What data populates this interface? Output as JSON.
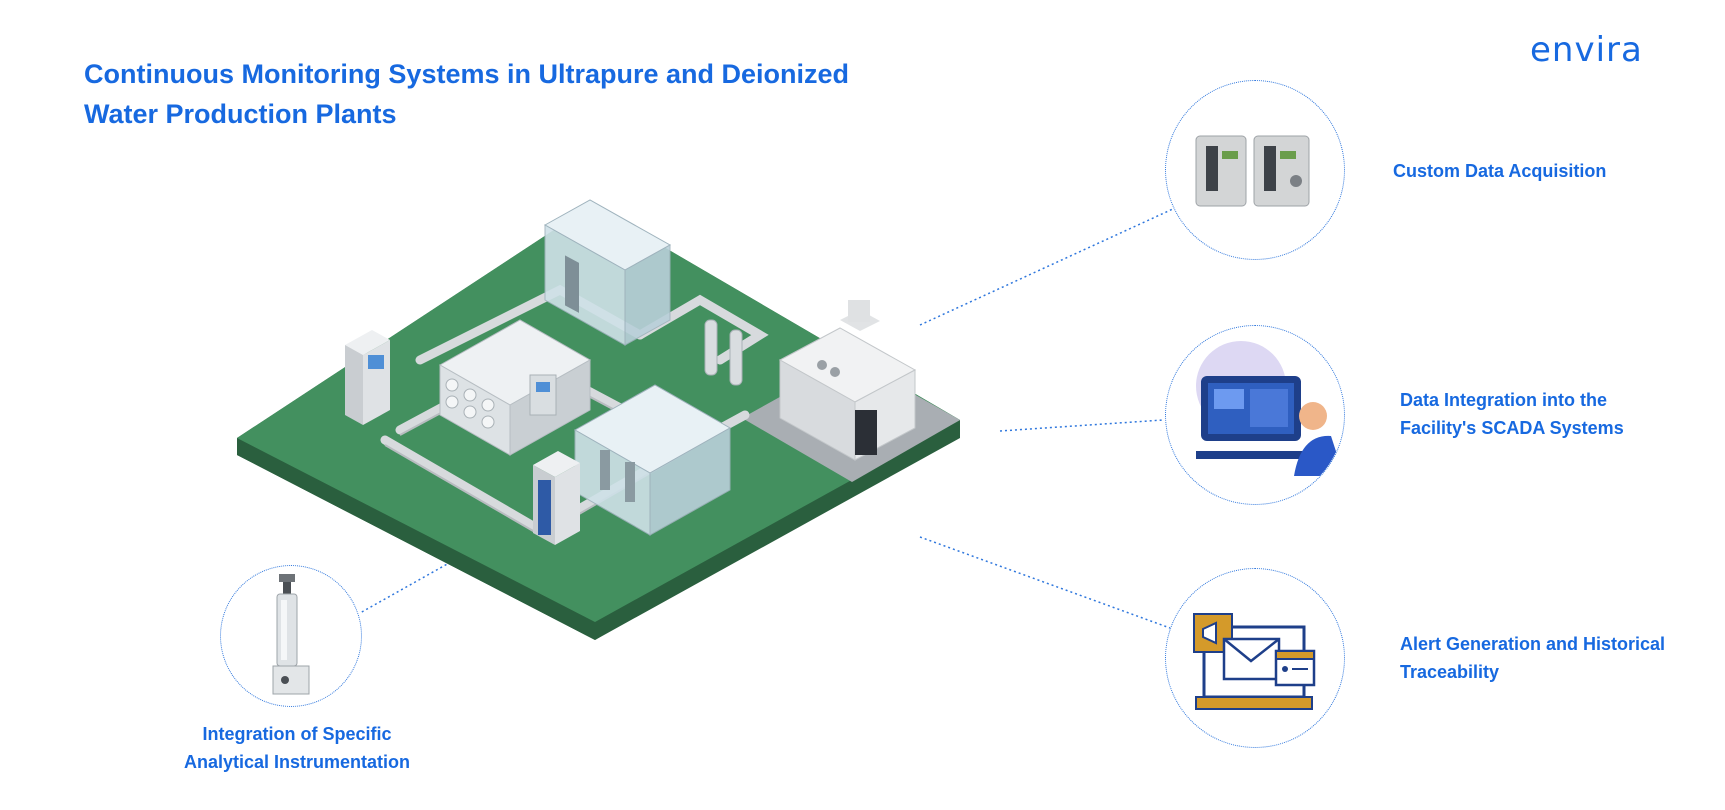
{
  "header": {
    "title_line1": "Continuous Monitoring Systems in Ultrapure and Deionized",
    "title_line2": "Water Production Plants",
    "logo_text": "envira"
  },
  "features": {
    "acquisition": {
      "label": "Custom Data Acquisition",
      "icon": "data-acquisition-module-icon"
    },
    "integration": {
      "label_line1": "Data Integration into the",
      "label_line2": "Facility's SCADA Systems",
      "icon": "scada-operator-icon"
    },
    "alerts": {
      "label_line1": "Alert Generation and Historical",
      "label_line2": "Traceability",
      "icon": "alert-notification-icon"
    },
    "instrumentation": {
      "label_line1": "Integration of Specific",
      "label_line2": "Analytical Instrumentation",
      "icon": "analytical-sensor-icon"
    }
  },
  "colors": {
    "accent": "#1769e0",
    "platform": "#3f8a5c",
    "alert_gold": "#d49a2a",
    "navy": "#1e3f8a"
  }
}
